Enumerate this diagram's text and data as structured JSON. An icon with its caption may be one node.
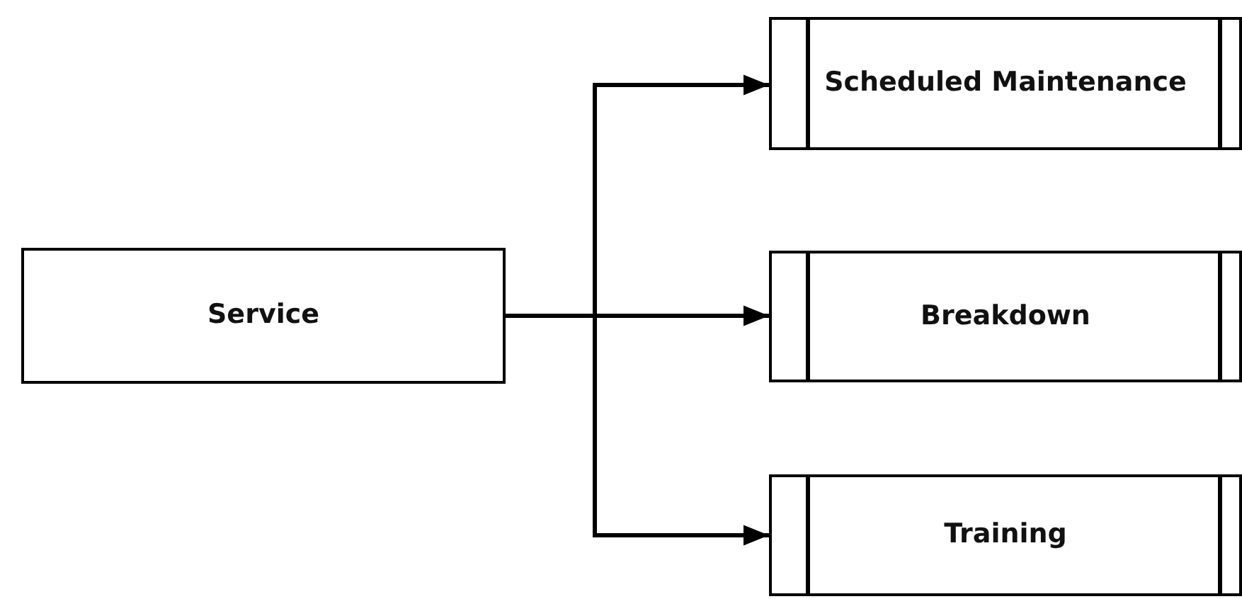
{
  "diagram": {
    "nodes": [
      {
        "text": [
          "Service"
        ]
      },
      {
        "text": [
          "Scheduled Maintenance"
        ]
      },
      {
        "text": [
          "Breakdown"
        ]
      },
      {
        "text": [
          "Training"
        ]
      }
    ],
    "edges": [
      {
        "from": 0,
        "to": 1,
        "arrow": "to"
      },
      {
        "from": 0,
        "to": 2,
        "arrow": "to"
      },
      {
        "from": 0,
        "to": 3,
        "arrow": "to"
      }
    ]
  }
}
